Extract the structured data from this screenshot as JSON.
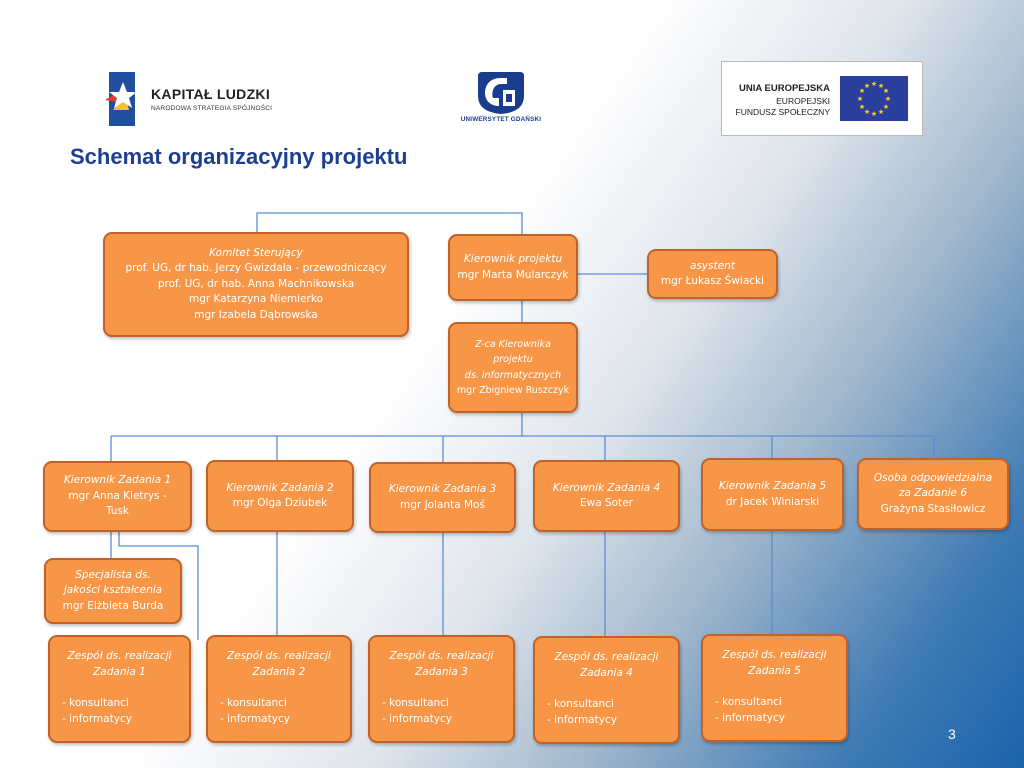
{
  "logos": {
    "kapital_ludzki": {
      "line1": "KAPITAŁ LUDZKI",
      "line2": "NARODOWA STRATEGIA SPÓJNOŚCI"
    },
    "ug": {
      "text": "UNIWERSYTET GDAŃSKI"
    },
    "eu": {
      "line1": "UNIA EUROPEJSKA",
      "line2": "EUROPEJSKI",
      "line3": "FUNDUSZ SPOŁECZNY"
    }
  },
  "title": "Schemat organizacyjny projektu",
  "boxes": {
    "komitet": {
      "role": "Komitet Sterujący",
      "members": [
        "prof. UG, dr hab. Jerzy Gwizdała - przewodniczący",
        "prof. UG, dr hab. Anna Machnikowska",
        "mgr Katarzyna Niemierko",
        "mgr Izabela Dąbrowska"
      ]
    },
    "kierownik": {
      "role": "Kierownik projektu",
      "person": "mgr Marta Mularczyk"
    },
    "asystent": {
      "role": "asystent",
      "person": "mgr Łukasz Świacki"
    },
    "zastepca": {
      "role_line1": "Z-ca Kierownika projektu",
      "role_line2": "ds. informatycznych",
      "person": "mgr Zbigniew Ruszczyk"
    },
    "zadanie1": {
      "role": "Kierownik Zadania 1",
      "person_line1": "mgr Anna Kietrys -",
      "person_line2": "Tusk"
    },
    "zadanie2": {
      "role": "Kierownik Zadania 2",
      "person": "mgr Olga Dziubek"
    },
    "zadanie3": {
      "role": "Kierownik Zadania 3",
      "person": "mgr Jolanta Moś"
    },
    "zadanie4": {
      "role": "Kierownik Zadania 4",
      "person": "Ewa Soter"
    },
    "zadanie5": {
      "role": "Kierownik Zadania 5",
      "person": "dr Jacek Winiarski"
    },
    "zadanie6": {
      "role_line1": "Osoba odpowiedzialna",
      "role_line2": "za Zadanie 6",
      "person": "Grażyna Stasiłowicz"
    },
    "specjalista": {
      "role_line1": "Specjalista ds.",
      "role_line2": "jakości kształcenia",
      "person": "mgr Elżbieta Burda"
    }
  },
  "teams": [
    {
      "title_line1": "Zespół ds. realizacji",
      "title_line2": "Zadania 1",
      "items": [
        "- konsultanci",
        "- informatycy"
      ]
    },
    {
      "title_line1": "Zespół ds. realizacji",
      "title_line2": "Zadania 2",
      "items": [
        "- konsultanci",
        "- informatycy"
      ]
    },
    {
      "title_line1": "Zespół ds. realizacji",
      "title_line2": "Zadania 3",
      "items": [
        "- konsultanci",
        "- informatycy"
      ]
    },
    {
      "title_line1": "Zespół ds. realizacji",
      "title_line2": "Zadania 4",
      "items": [
        "- konsultanci",
        "- informatycy"
      ]
    },
    {
      "title_line1": "Zespół ds. realizacji",
      "title_line2": "Zadania 5",
      "items": [
        "- konsultanci",
        "- informatycy"
      ]
    }
  ],
  "page_number": "3",
  "colors": {
    "box_fill": "#f79646",
    "box_border": "#c0622a",
    "connector": "#5b8fd1",
    "title": "#1d3f8f"
  }
}
